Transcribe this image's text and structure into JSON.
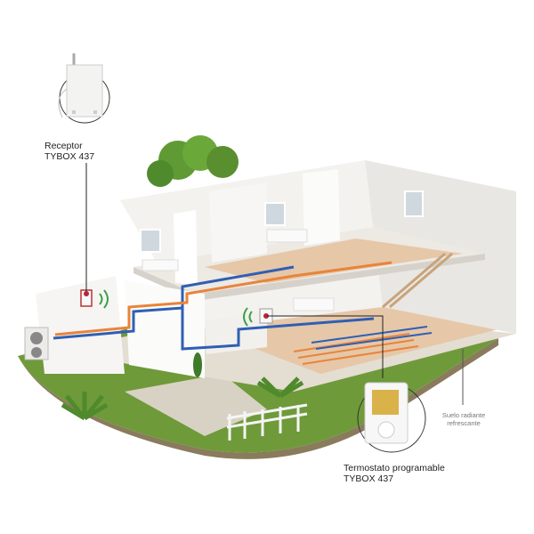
{
  "receptor": {
    "line1": "Receptor",
    "line2": "TYBOX 437"
  },
  "thermostat": {
    "line1": "Termostato programable",
    "line2": "TYBOX 437"
  },
  "floor": {
    "line1": "Suelo radiante",
    "line2": "refrescante"
  },
  "colors": {
    "grass": "#6f9a3a",
    "wall": "#f1efec",
    "floor": "#e6c7a8",
    "pipe_blue": "#2f5fb3",
    "pipe_orange": "#e8843a",
    "display": "#d9b34a"
  }
}
